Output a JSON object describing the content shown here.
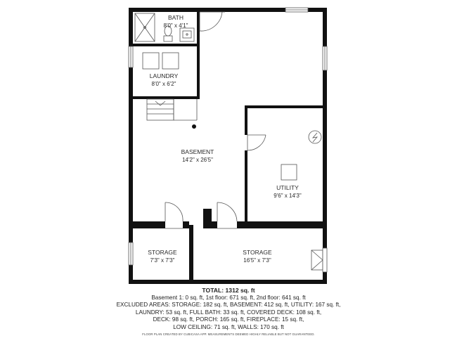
{
  "colors": {
    "wall": "#111111",
    "line": "#555555",
    "floor": "#ffffff"
  },
  "rooms": [
    {
      "id": "bath",
      "name": "BATH",
      "dims": "8'0\" x 4'1\""
    },
    {
      "id": "laundry",
      "name": "LAUNDRY",
      "dims": "8'0\" x 6'2\""
    },
    {
      "id": "basement",
      "name": "BASEMENT",
      "dims": "14'2\" x 26'5\""
    },
    {
      "id": "utility",
      "name": "UTILITY",
      "dims": "9'6\" x 14'3\""
    },
    {
      "id": "storage-left",
      "name": "STORAGE",
      "dims": "7'3\" x 7'3\""
    },
    {
      "id": "storage-right",
      "name": "STORAGE",
      "dims": "16'5\" x 7'3\""
    }
  ],
  "summary": {
    "total": "TOTAL: 1312 sq. ft",
    "lines": [
      "Basement 1: 0 sq. ft, 1st floor: 671 sq. ft, 2nd floor: 641 sq. ft",
      "EXCLUDED AREAS: STORAGE: 182 sq. ft, BASEMENT: 412 sq. ft, UTILITY: 167 sq. ft,",
      "LAUNDRY: 53 sq. ft, FULL BATH: 33 sq. ft, COVERED DECK: 108 sq. ft,",
      "DECK: 98 sq. ft, PORCH: 165 sq. ft, FIREPLACE: 15 sq. ft,",
      "LOW CEILING: 71 sq. ft, WALLS: 170 sq. ft"
    ],
    "disclaimer": "FLOOR PLAN CREATED BY CUBICASA APP. MEASUREMENTS DEEMED HIGHLY RELIABLE BUT NOT GUARANTEED."
  }
}
